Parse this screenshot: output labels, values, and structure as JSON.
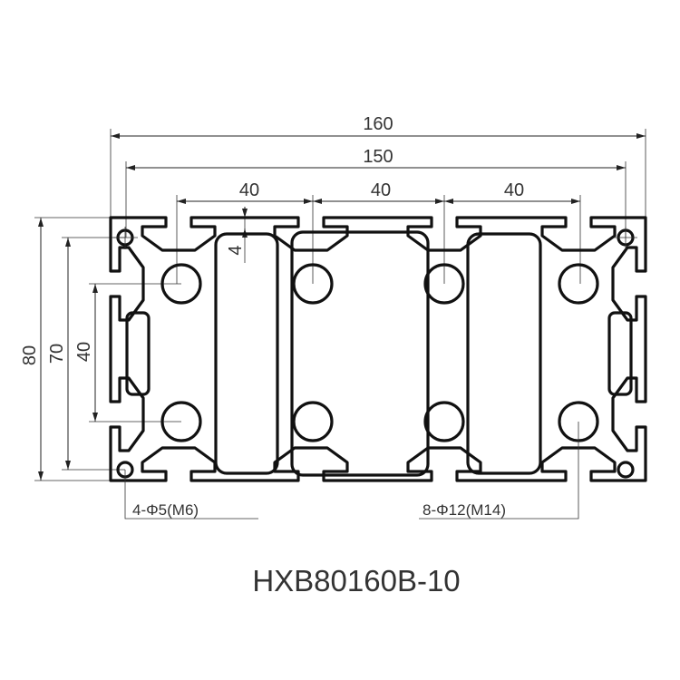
{
  "dimensions": {
    "overall_width": "160",
    "hole_span_width": "150",
    "pitch_1": "40",
    "pitch_2": "40",
    "pitch_3": "40",
    "overall_height": "80",
    "hole_span_height": "70",
    "core_pitch_height": "40",
    "wall_thickness": "4"
  },
  "callouts": {
    "corner_holes": "4-Φ5(M6)",
    "core_holes": "8-Φ12(M14)"
  },
  "title": "HXB80160B-10"
}
